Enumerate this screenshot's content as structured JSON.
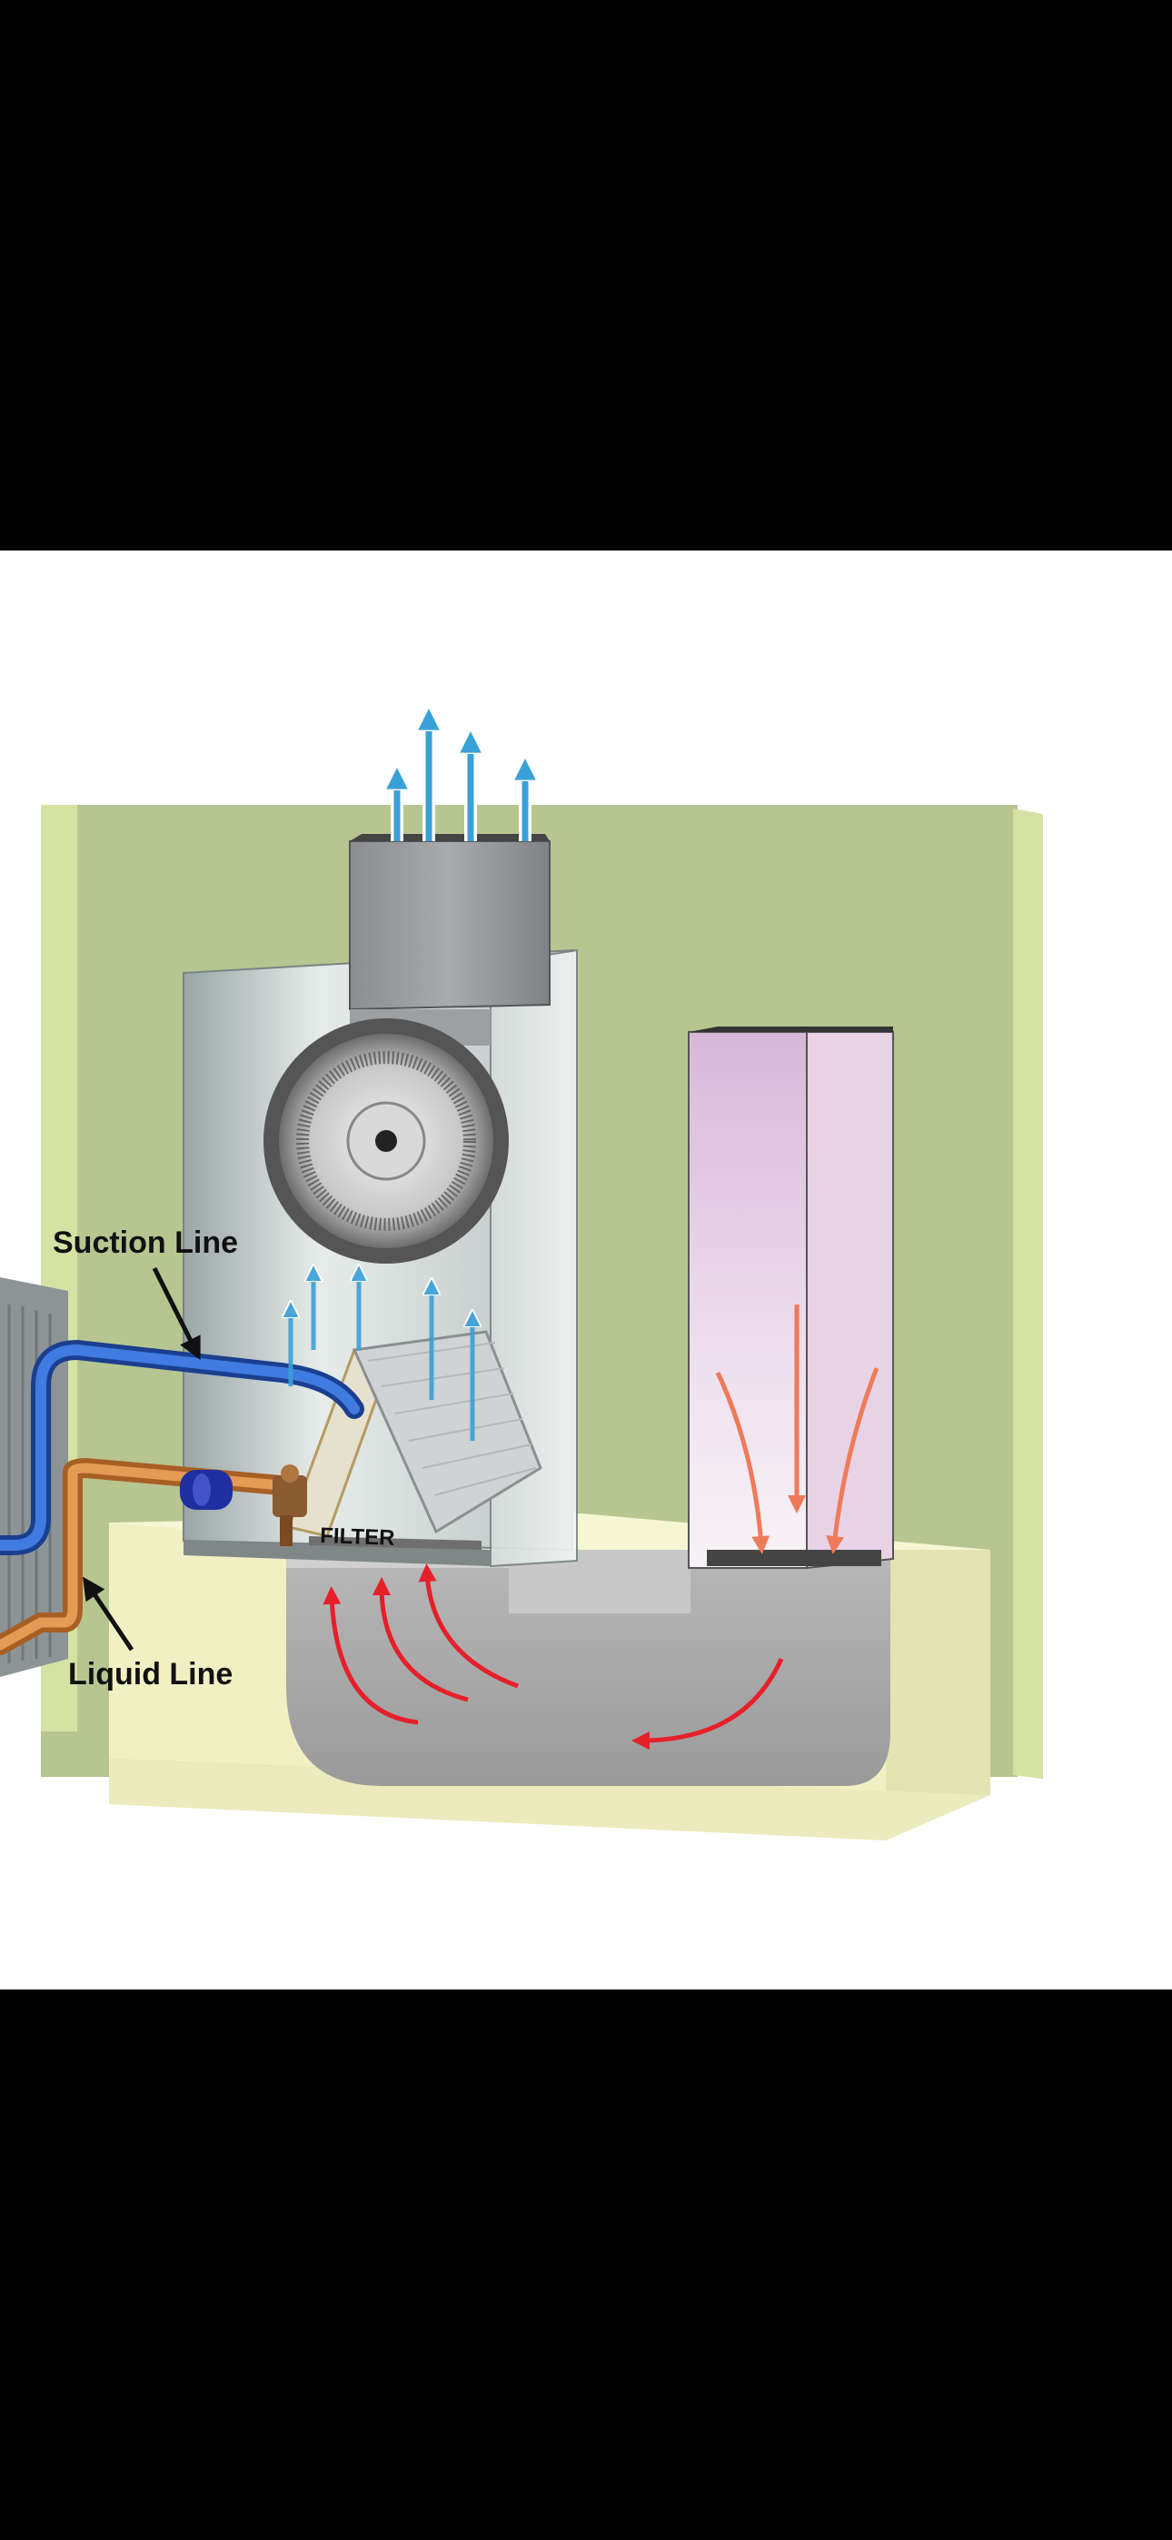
{
  "diagram": {
    "labels": {
      "suction_line": "Suction Line",
      "liquid_line": "Liquid Line",
      "filter": "FILTER"
    },
    "colors": {
      "wall": "#b7c590",
      "wall_edge": "#d6e2a4",
      "floor": "#f1f0c4",
      "cabinet": "#c9d1d0",
      "duct": "#a9a9a9",
      "suction_pipe": "#2a63d4",
      "liquid_pipe": "#d58a42",
      "cool_air_arrow": "#3aa0d8",
      "return_air_arrow": "#e5202a",
      "return_drop_arrow": "#ef7a5a"
    }
  }
}
